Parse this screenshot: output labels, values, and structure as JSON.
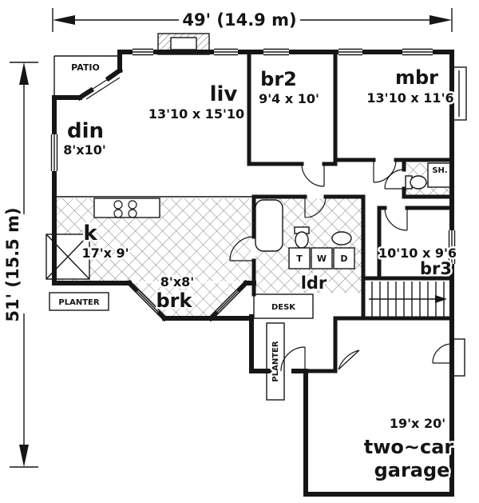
{
  "dimensions": {
    "width": "49' (14.9 m)",
    "depth": "51' (15.5 m)"
  },
  "rooms": {
    "patio": {
      "name": "PATIO"
    },
    "din": {
      "name": "din",
      "size": "8'x10'"
    },
    "liv": {
      "name": "liv",
      "size": "13'10 x 15'10"
    },
    "br2": {
      "name": "br2",
      "size": "9'4 x 10'"
    },
    "mbr": {
      "name": "mbr",
      "size": "13'10 x 11'6"
    },
    "shower": {
      "name": "SH."
    },
    "kitchen": {
      "name": "k",
      "size": "17'x 9'"
    },
    "breakfast": {
      "name": "brk",
      "size": "8'x8'"
    },
    "laundry": {
      "name": "ldr"
    },
    "br3": {
      "name": "br3",
      "size": "10'10 x 9'6"
    },
    "garage": {
      "line1": "two~car",
      "line2": "garage",
      "size": "19'x 20'"
    }
  },
  "labels": {
    "planter_left": "PLANTER",
    "planter_entry": "PLANTER",
    "desk": "DESK",
    "laundry_tub": "T",
    "washer": "W",
    "dryer": "D"
  },
  "colors": {
    "wall": "#161616",
    "background": "#ffffff"
  }
}
